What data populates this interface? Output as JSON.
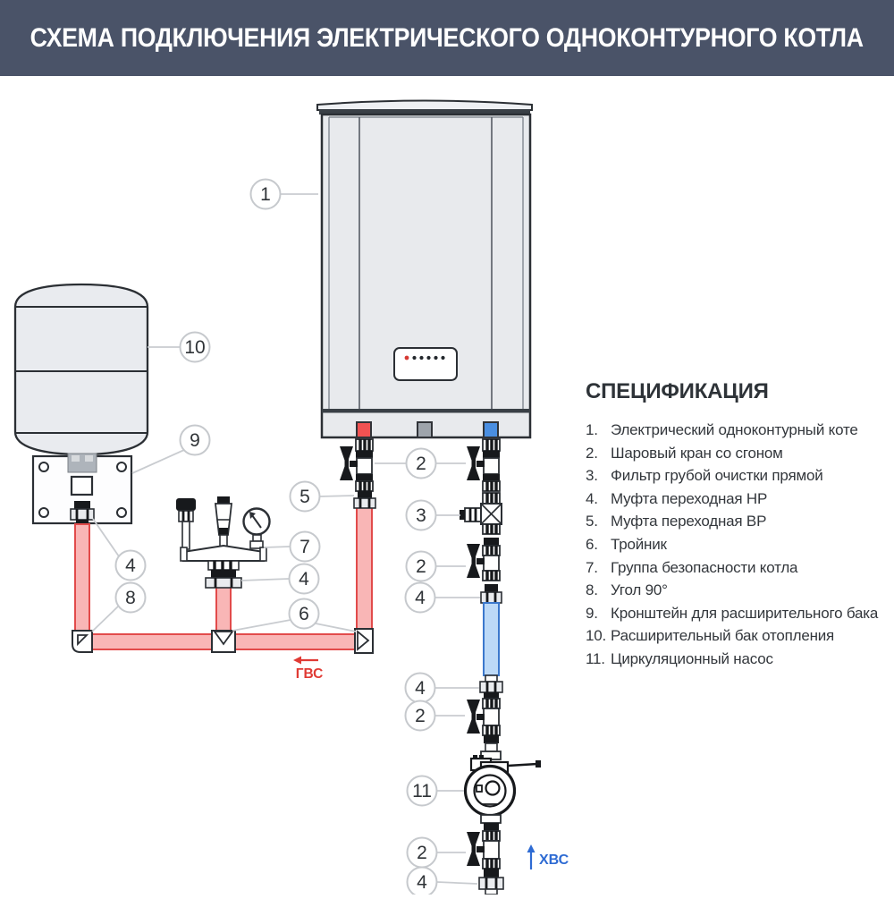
{
  "header": {
    "title": "СХЕМА ПОДКЛЮЧЕНИЯ ЭЛЕКТРИЧЕСКОГО ОДНОКОНТУРНОГО КОТЛА",
    "bg_color": "#4a5368",
    "text_color": "#ffffff"
  },
  "spec": {
    "title": "СПЕЦИФИКАЦИЯ",
    "items": [
      {
        "num": "1.",
        "text": "Электрический одноконтурный коте"
      },
      {
        "num": "2.",
        "text": "Шаровый кран со сгоном"
      },
      {
        "num": "3.",
        "text": "Фильтр грубой очистки прямой"
      },
      {
        "num": "4.",
        "text": "Муфта переходная НР"
      },
      {
        "num": "5.",
        "text": "Муфта переходная ВР"
      },
      {
        "num": "6.",
        "text": "Тройник"
      },
      {
        "num": "7.",
        "text": "Группа безопасности котла"
      },
      {
        "num": "8.",
        "text": "Угол 90°"
      },
      {
        "num": "9.",
        "text": "Кронштейн для расширительного бака"
      },
      {
        "num": "10.",
        "text": "Расширительный бак отопления"
      },
      {
        "num": "11.",
        "text": "Циркуляционный насос"
      }
    ]
  },
  "labels": {
    "hot_flow": "ГВС",
    "cold_flow": "ХВС",
    "hot_color": "#e03a34",
    "cold_color": "#2e6bd3"
  },
  "colors": {
    "pipe_hot_fill": "#f9b6b6",
    "pipe_hot_stroke": "#e24b4b",
    "pipe_cold_fill": "#bcd9f7",
    "pipe_cold_stroke": "#3b78cc",
    "port_hot": "#f15252",
    "port_neutral": "#9ea4ab",
    "port_cold": "#4a8fe2",
    "outline": "#2b2f34"
  },
  "callouts": [
    {
      "n": "1"
    },
    {
      "n": "10"
    },
    {
      "n": "9"
    },
    {
      "n": "4"
    },
    {
      "n": "8"
    },
    {
      "n": "5"
    },
    {
      "n": "7"
    },
    {
      "n": "4"
    },
    {
      "n": "6"
    },
    {
      "n": "2"
    },
    {
      "n": "3"
    },
    {
      "n": "2"
    },
    {
      "n": "4"
    },
    {
      "n": "4"
    },
    {
      "n": "2"
    },
    {
      "n": "11"
    },
    {
      "n": "2"
    },
    {
      "n": "4"
    }
  ]
}
